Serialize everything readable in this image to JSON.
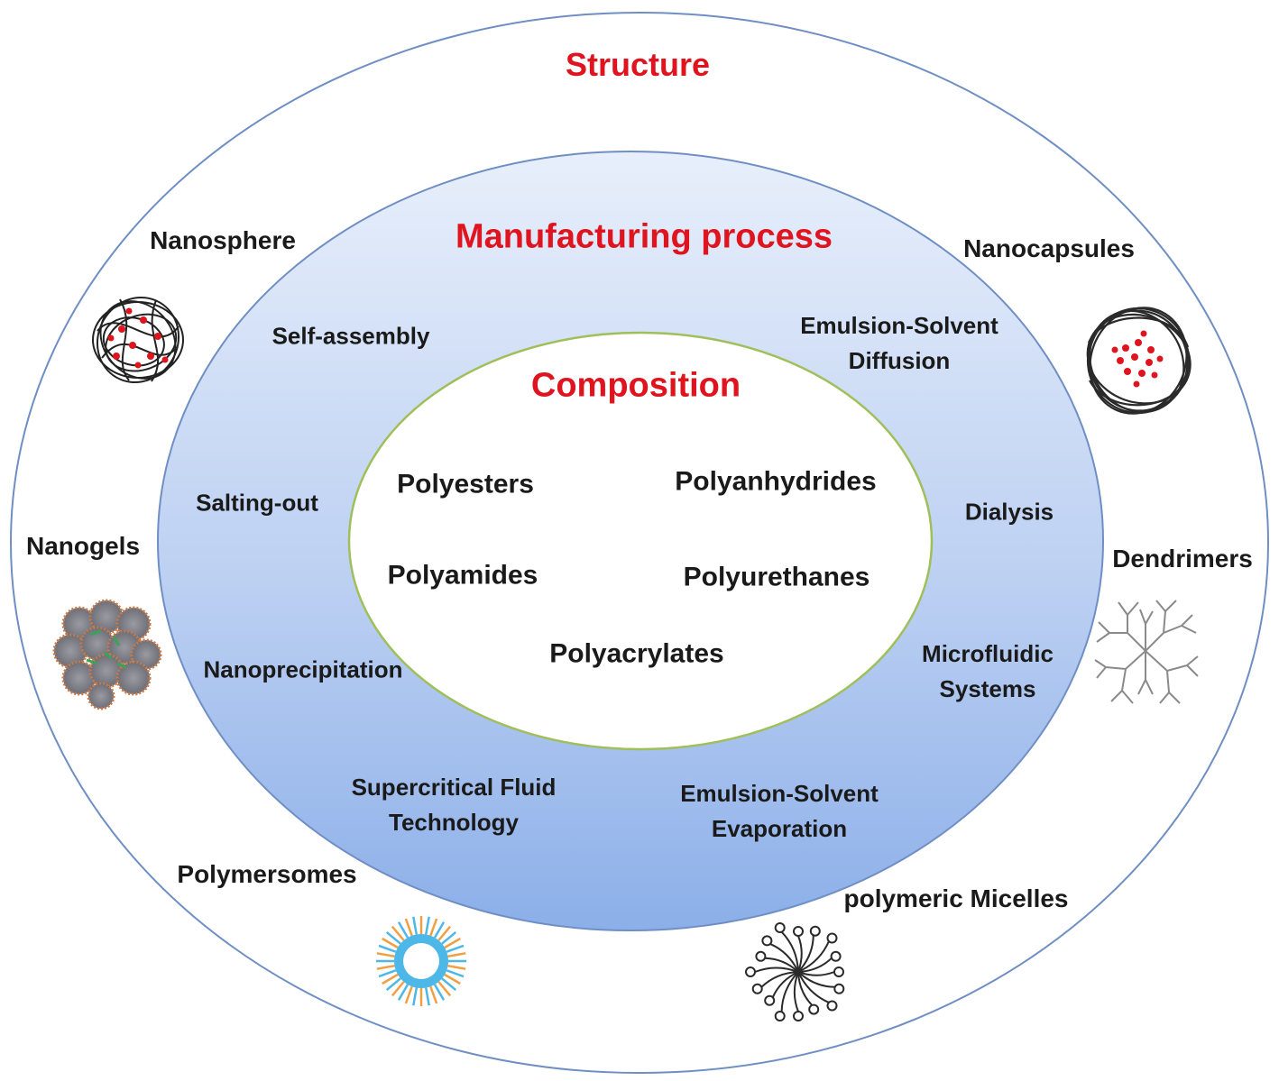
{
  "layers": {
    "structure": {
      "title": "Structure",
      "items": [
        "Nanosphere",
        "Nanocapsules",
        "Nanogels",
        "Dendrimers",
        "Polymersomes",
        "polymeric Micelles"
      ]
    },
    "manufacturing": {
      "title": "Manufacturing process",
      "items": [
        [
          "Self-assembly"
        ],
        [
          "Emulsion-Solvent",
          "Diffusion"
        ],
        [
          "Salting-out"
        ],
        [
          "Dialysis"
        ],
        [
          "Nanoprecipitation"
        ],
        [
          "Microfluidic",
          "Systems"
        ],
        [
          "Supercritical Fluid",
          "Technology"
        ],
        [
          "Emulsion-Solvent",
          "Evaporation"
        ]
      ]
    },
    "composition": {
      "title": "Composition",
      "items": [
        "Polyesters",
        "Polyanhydrides",
        "Polyamides",
        "Polyurethanes",
        "Polyacrylates"
      ]
    }
  },
  "colors": {
    "title": "#e0141e",
    "outer_ring": "#6f8fc4",
    "middle_fill_top": "#e6eefb",
    "middle_fill_bottom": "#8fb0ea",
    "inner_ring": "#9fbf5a"
  }
}
